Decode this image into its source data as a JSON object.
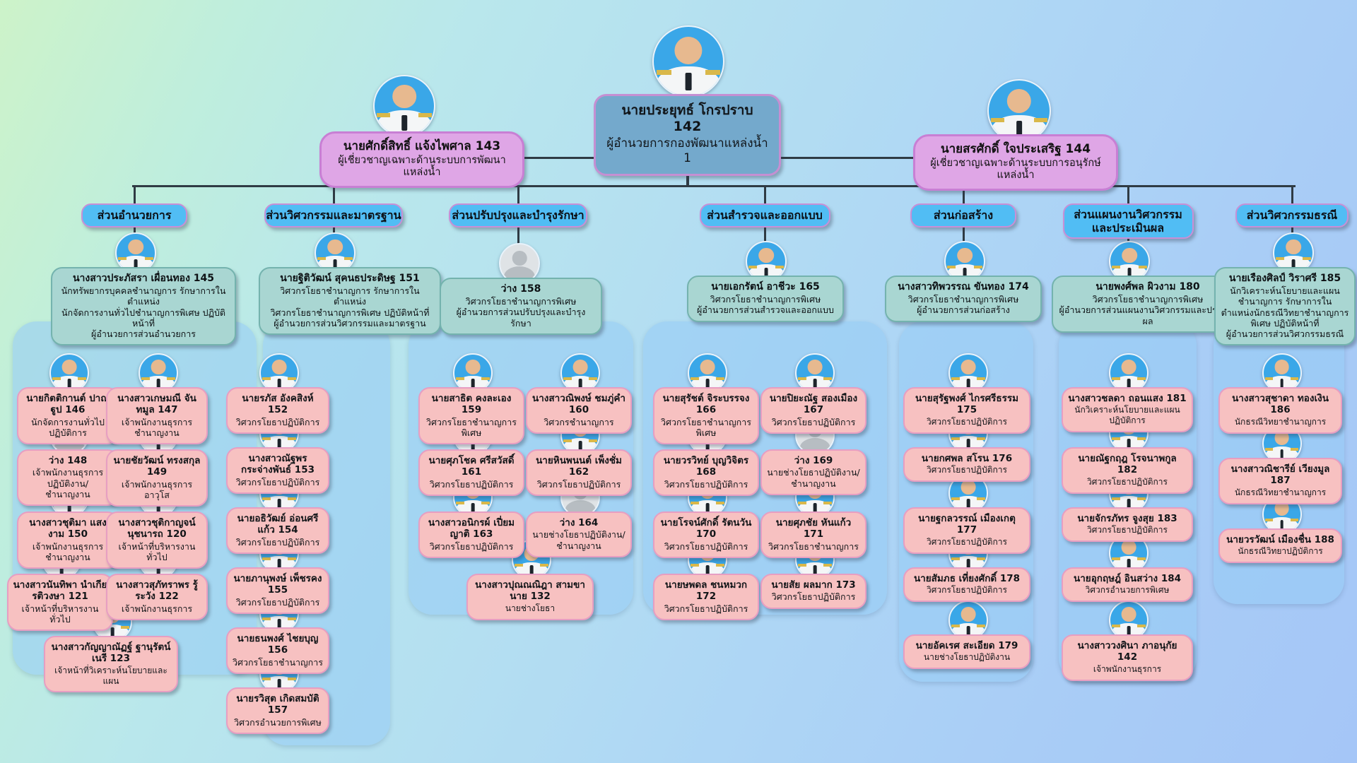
{
  "root": {
    "name": "นายประยุทธ์ โกรปราบ  142",
    "title": "ผู้อำนวยการกองพัฒนาแหล่งน้ำ 1"
  },
  "experts": [
    {
      "name": "นายศักดิ์สิทธิ์ แจ้งไพศาล  143",
      "title": "ผู้เชี่ยวชาญเฉพาะด้านระบบการพัฒนาแหล่งน้ำ"
    },
    {
      "name": "นายสรศักดิ์ ใจประเสริฐ  144",
      "title": "ผู้เชี่ยวชาญเฉพาะด้านระบบการอนุรักษ์แหล่งน้ำ"
    }
  ],
  "departments": [
    {
      "id": "dept-administration",
      "label": "ส่วนอำนวยการ",
      "head": {
        "name": "นางสาวประภัสรา เผื่อนทอง  145",
        "title": "นักทรัพยากรบุคคลชำนาญการ รักษาการในตำแหน่ง\nนักจัดการงานทั่วไปชำนาญการพิเศษ ปฏิบัติหน้าที่\nผู้อำนวยการส่วนอำนวยการ"
      },
      "staff": [
        {
          "name": "นายกิตติกานต์ ปาณฐูป  146",
          "title": "นักจัดการงานทั่วไปปฏิบัติการ",
          "avatar": "person"
        },
        {
          "name": "นางสาวเกษมณี จันทมูล  147",
          "title": "เจ้าพนักงานธุรการชำนาญงาน",
          "avatar": "person"
        },
        {
          "name": "ว่าง 148",
          "title": "เจ้าพนักงานธุรการปฏิบัติงาน/\nชำนาญงาน",
          "avatar": "vacant"
        },
        {
          "name": "นายชัยวัฒน์ ทรงสกุล  149",
          "title": "เจ้าพนักงานธุรการอาวุโส",
          "avatar": "person"
        },
        {
          "name": "นางสาวชุติมา แสงงาม  150",
          "title": "เจ้าพนักงานธุรการชำนาญงาน",
          "avatar": "person"
        },
        {
          "name": "นางสาวชุติกาญจน์ นุชนารถ 120",
          "title": "เจ้าหน้าที่บริหารงานทั่วไป",
          "avatar": "person"
        },
        {
          "name": "นางสาวนันทิพา นำเกียรติวงษา 121",
          "title": "เจ้าหน้าที่บริหารงานทั่วไป",
          "avatar": "person"
        },
        {
          "name": "นางสาวสุภัทราพร รู้ระวัง 122",
          "title": "เจ้าพนักงานธุรการ",
          "avatar": "person"
        },
        {
          "name": "นางสาวกัญญาณัฏฐ์ ฐานุรัตน์เนรี 123",
          "title": "เจ้าหน้าที่วิเคราะห์นโยบายและแผน",
          "avatar": "person"
        }
      ]
    },
    {
      "id": "dept-engineering-standards",
      "label": "ส่วนวิศวกรรมและมาตรฐาน",
      "head": {
        "name": "นายฐิติวัฒน์ สุคนธประดิษฐ  151",
        "title": "วิศวกรโยธาชำนาญการ รักษาการในตำแหน่ง\nวิศวกรโยธาชำนาญการพิเศษ ปฏิบัติหน้าที่\nผู้อำนวยการส่วนวิศวกรรมและมาตรฐาน"
      },
      "staff": [
        {
          "name": "นายรภัส อังคสิงห์  152",
          "title": "วิศวกรโยธาปฏิบัติการ",
          "avatar": "person"
        },
        {
          "name": "นางสาวณัฐพร กระจ่างพันธ์  153",
          "title": "วิศวกรโยธาปฏิบัติการ",
          "avatar": "person"
        },
        {
          "name": "นายอธิวัฒย์ อ่อนศรีแก้ว  154",
          "title": "วิศวกรโยธาปฏิบัติการ",
          "avatar": "person"
        },
        {
          "name": "นายภานุพงษ์ เพ็ชรคง  155",
          "title": "วิศวกรโยธาปฏิบัติการ",
          "avatar": "person"
        },
        {
          "name": "นายธนพงศ์ ไชยบุญ  156",
          "title": "วิศวกรโยธาชำนาญการ",
          "avatar": "person"
        },
        {
          "name": "นายรวิสุต เกิดสมบัติ  157",
          "title": "วิศวกรอำนวยการพิเศษ",
          "avatar": "person"
        }
      ]
    },
    {
      "id": "dept-improvement-maintenance",
      "label": "ส่วนปรับปรุงและบำรุงรักษา",
      "head": {
        "name": "ว่าง  158",
        "title": "วิศวกรโยธาชำนาญการพิเศษ\nผู้อำนวยการส่วนปรับปรุงและบำรุงรักษา",
        "avatar": "vacant"
      },
      "staff": [
        {
          "name": "นายสาธิต คงละเอง  159",
          "title": "วิศวกรโยธาชำนาญการพิเศษ",
          "avatar": "person"
        },
        {
          "name": "นางสาวณิพงษ์ ชมภู่คำ  160",
          "title": "วิศวกรชำนาญการ",
          "avatar": "person"
        },
        {
          "name": "นายศุภโชค ศรีสวัสดิ์  161",
          "title": "วิศวกรโยธาปฏิบัติการ",
          "avatar": "person"
        },
        {
          "name": "นายหินพนนต์ เพ็งชั่ม  162",
          "title": "วิศวกรโยธาปฏิบัติการ",
          "avatar": "person"
        },
        {
          "name": "นางสาวอนิกรผ์ เปี่ยมญาติ 163",
          "title": "วิศวกรโยธาปฏิบัติการ",
          "avatar": "person"
        },
        {
          "name": "ว่าง  164",
          "title": "นายช่างโยธาปฏิบัติงาน/ชำนาญงาน",
          "avatar": "vacant"
        },
        {
          "name": "นางสาวปุณณณิฎา สามขานาย 132",
          "title": "นายช่างโยธา",
          "avatar": "person"
        }
      ]
    },
    {
      "id": "dept-survey-design",
      "label": "ส่วนสำรวจและออกแบบ",
      "head": {
        "name": "นายเอกรัตน์ อาชีวะ  165",
        "title": "วิศวกรโยธาชำนาญการพิเศษ\nผู้อำนวยการส่วนสำรวจและออกแบบ"
      },
      "staff": [
        {
          "name": "นายสุรัชต์ จิระบรรจง  166",
          "title": "วิศวกรโยธาชำนาญการพิเศษ",
          "avatar": "person"
        },
        {
          "name": "นายปิยะณัฐ สองเมือง  167",
          "title": "วิศวกรโยธาปฏิบัติการ",
          "avatar": "person"
        },
        {
          "name": "นายวรวิทย์ บุญวิจิตร  168",
          "title": "วิศวกรโยธาปฏิบัติการ",
          "avatar": "person"
        },
        {
          "name": "ว่าง  169",
          "title": "นายช่างโยธาปฏิบัติงาน/ชำนาญงาน",
          "avatar": "vacant"
        },
        {
          "name": "นายโรจน์ศักดิ์ รัตนวัน  170",
          "title": "วิศวกรโยธาปฏิบัติการ",
          "avatar": "person"
        },
        {
          "name": "นายศุภชัย หันแก้ว  171",
          "title": "วิศวกรโยธาชำนาญการ",
          "avatar": "person"
        },
        {
          "name": "นายษพดล ชนหมวก  172",
          "title": "วิศวกรโยธาปฏิบัติการ",
          "avatar": "person"
        },
        {
          "name": "นายสัย ผลมาก  173",
          "title": "วิศวกรโยธาปฏิบัติการ",
          "avatar": "person"
        }
      ]
    },
    {
      "id": "dept-construction",
      "label": "ส่วนก่อสร้าง",
      "head": {
        "name": "นางสาวทิพวรรณ ขันทอง 174",
        "title": "วิศวกรโยธาชำนาญการพิเศษ\nผู้อำนวยการส่วนก่อสร้าง"
      },
      "staff": [
        {
          "name": "นายสุรัฐพงศ์ ไกรศรีธรรม  175",
          "title": "วิศวกรโยธาปฏิบัติการ",
          "avatar": "person"
        },
        {
          "name": "นายกศพล สโรน  176",
          "title": "วิศวกรโยธาปฏิบัติการ",
          "avatar": "person"
        },
        {
          "name": "นายฐกลวรรณ์ เมืองเกตุ  177",
          "title": "วิศวกรโยธาปฏิบัติการ",
          "avatar": "person"
        },
        {
          "name": "นายสัมภธ เที่ยงศักดิ์  178",
          "title": "วิศวกรโยธาปฏิบัติการ",
          "avatar": "person"
        },
        {
          "name": "นายอัคเรศ สะเอียด  179",
          "title": "นายช่างโยธาปฏิบัติงาน",
          "avatar": "person"
        }
      ]
    },
    {
      "id": "dept-engineering-plan-evaluation",
      "label": "ส่วนแผนงานวิศวกรรม\nและประเมินผล",
      "head": {
        "name": "นายพงศ์พล ผิวงาม 180",
        "title": "วิศวกรโยธาชำนาญการพิเศษ\nผู้อำนวยการส่วนแผนงานวิศวกรรมและประเมินผล"
      },
      "staff": [
        {
          "name": "นางสาวชลดา ถอนแสง 181",
          "title": "นักวิเคราะห์นโยบายและแผนปฏิบัติการ",
          "avatar": "person"
        },
        {
          "name": "นายณัฐกฤฎ โรจนาพกูล 182",
          "title": "วิศวกรโยธาปฏิบัติการ",
          "avatar": "person"
        },
        {
          "name": "นายจักรภัทร จูงสุย 183",
          "title": "วิศวกรโยธาปฏิบัติการ",
          "avatar": "person"
        },
        {
          "name": "นายอุกฤษฎ์ อินสว่าง 184",
          "title": "วิศวกรอำนวยการพิเศษ",
          "avatar": "person"
        },
        {
          "name": "นางสาววงศินา ภาอนุกัย 142",
          "title": "เจ้าพนักงานธุรการ",
          "avatar": "person"
        }
      ]
    },
    {
      "id": "dept-geotechnical-engineering",
      "label": "ส่วนวิศวกรรมธรณี",
      "head": {
        "name": "นายเรืองศิลป์ วิราศรี  185",
        "title": "นักวิเคราะห์นโยบายและแผนชำนาญการ รักษาการใน\nตำแหน่งนักธรณีวิทยาชำนาญการพิเศษ ปฏิบัติหน้าที่\nผู้อำนวยการส่วนวิศวกรรมธรณี"
      },
      "staff": [
        {
          "name": "นางสาวสุชาดา ทองเงิน  186",
          "title": "นักธรณีวิทยาชำนาญการ",
          "avatar": "person"
        },
        {
          "name": "นางสาวณิชารีย์ เวียงมูล  187",
          "title": "นักธรณีวิทยาชำนาญการ",
          "avatar": "person"
        },
        {
          "name": "นายวรวัฒน์ เมืองชื่น  188",
          "title": "นักธรณีวิทยาปฏิบัติการ",
          "avatar": "person"
        }
      ]
    }
  ],
  "colors": {
    "root_box": "#74a9cc",
    "expert_box": "#dfa6e6",
    "dept_pill": "#51bdf4",
    "head_box": "#a9d6d2",
    "staff_box": "#f7c1c1",
    "panel": "#96cbf5",
    "connector": "#2f3b44"
  }
}
